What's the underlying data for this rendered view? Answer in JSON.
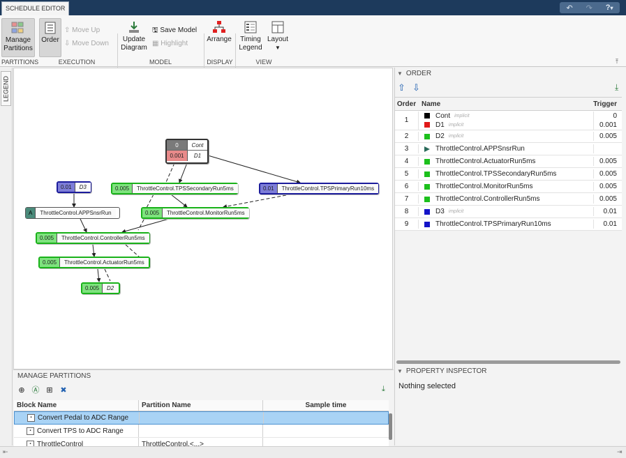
{
  "tab": {
    "label": "SCHEDULE EDITOR"
  },
  "qat": {
    "undo": "↶",
    "redo": "↷",
    "help": "?",
    "help_arrow": "▾"
  },
  "toolstrip": {
    "manage_partitions": "Manage Partitions",
    "order": "Order",
    "move_up": "Move Up",
    "move_down": "Move Down",
    "update_diagram": "Update Diagram",
    "save_model": "Save Model",
    "highlight": "Highlight",
    "arrange": "Arrange",
    "timing_legend": "Timing Legend",
    "layout": "Layout",
    "groups": {
      "partitions": "PARTITIONS",
      "execution": "EXECUTION",
      "model": "MODEL",
      "display": "DISPLAY",
      "view": "VIEW"
    }
  },
  "legend_tab": "LEGEND",
  "graph": {
    "cont": {
      "rate": "0",
      "name": "Cont"
    },
    "d1": {
      "rate": "0.001",
      "name": "D1"
    },
    "d3": {
      "rate": "0.01",
      "name": "D3"
    },
    "tps_secondary": {
      "rate": "0.005",
      "name": "ThrottleControl.TPSSecondaryRun5ms"
    },
    "tps_primary": {
      "rate": "0.01",
      "name": "ThrottleControl.TPSPrimaryRun10ms"
    },
    "apps": {
      "rate": "A",
      "name": "ThrottleControl.APPSnsrRun"
    },
    "monitor": {
      "rate": "0.005",
      "name": "ThrottleControl.MonitorRun5ms"
    },
    "controller": {
      "rate": "0.005",
      "name": "ThrottleControl.ControllerRun5ms"
    },
    "actuator": {
      "rate": "0.005",
      "name": "ThrottleControl.ActuatorRun5ms"
    },
    "d2": {
      "rate": "0.005",
      "name": "D2"
    }
  },
  "manage_partitions": {
    "title": "MANAGE PARTITIONS",
    "columns": [
      "Block Name",
      "Partition Name",
      "Sample time"
    ],
    "rows": [
      {
        "block": "Convert Pedal to ADC Range",
        "partition": "",
        "sample": ""
      },
      {
        "block": "Convert TPS to ADC Range",
        "partition": "",
        "sample": ""
      },
      {
        "block": "ThrottleControl",
        "partition": "ThrottleControl.<...>",
        "sample": ""
      }
    ]
  },
  "order": {
    "title": "ORDER",
    "columns": [
      "Order",
      "Name",
      "Trigger"
    ],
    "implicit_label": "implicit",
    "rows": [
      {
        "order": "1",
        "items": [
          {
            "name": "Cont",
            "implicit": true,
            "color": "#000000",
            "trigger": "0"
          },
          {
            "name": "D1",
            "implicit": true,
            "color": "#e01818",
            "trigger": "0.001"
          }
        ]
      },
      {
        "order": "2",
        "items": [
          {
            "name": "D2",
            "implicit": true,
            "color": "#1cc01c",
            "trigger": "0.005"
          }
        ]
      },
      {
        "order": "3",
        "items": [
          {
            "name": "ThrottleControl.APPSnsrRun",
            "implicit": false,
            "color": "#2a6a5a",
            "trigger": ""
          }
        ]
      },
      {
        "order": "4",
        "items": [
          {
            "name": "ThrottleControl.ActuatorRun5ms",
            "implicit": false,
            "color": "#1cc01c",
            "trigger": "0.005"
          }
        ]
      },
      {
        "order": "5",
        "items": [
          {
            "name": "ThrottleControl.TPSSecondaryRun5ms",
            "implicit": false,
            "color": "#1cc01c",
            "trigger": "0.005"
          }
        ]
      },
      {
        "order": "6",
        "items": [
          {
            "name": "ThrottleControl.MonitorRun5ms",
            "implicit": false,
            "color": "#1cc01c",
            "trigger": "0.005"
          }
        ]
      },
      {
        "order": "7",
        "items": [
          {
            "name": "ThrottleControl.ControllerRun5ms",
            "implicit": false,
            "color": "#1cc01c",
            "trigger": "0.005"
          }
        ]
      },
      {
        "order": "8",
        "items": [
          {
            "name": "D3",
            "implicit": true,
            "color": "#1414c8",
            "trigger": "0.01"
          }
        ]
      },
      {
        "order": "9",
        "items": [
          {
            "name": "ThrottleControl.TPSPrimaryRun10ms",
            "implicit": false,
            "color": "#1414c8",
            "trigger": "0.01"
          }
        ]
      }
    ]
  },
  "property_inspector": {
    "title": "PROPERTY INSPECTOR",
    "empty_text": "Nothing selected"
  }
}
